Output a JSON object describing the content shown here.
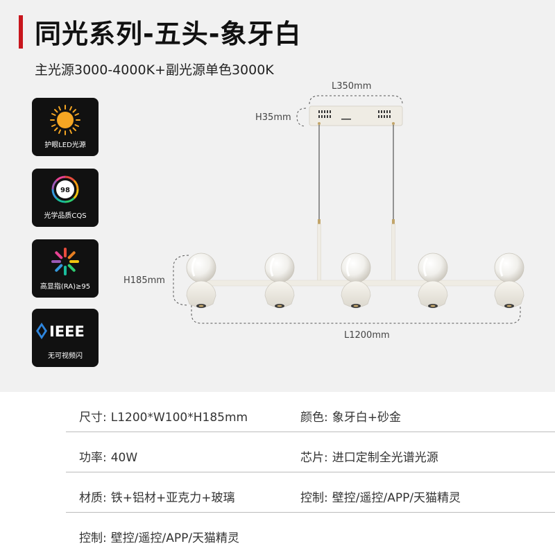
{
  "header": {
    "title": "同光系列-五头-象牙白",
    "subtitle": "主光源3000-4000K+副光源单色3000K"
  },
  "badges": [
    {
      "label": "护眼LED光源",
      "icon": "sun-icon"
    },
    {
      "label": "光学品质CQS",
      "icon": "cqs-98-icon",
      "value": "98"
    },
    {
      "label": "高显指(RA)≥95",
      "icon": "color-wheel-icon"
    },
    {
      "label": "无可视频闪",
      "icon": "ieee-logo",
      "logo_text": "IEEE"
    }
  ],
  "dimensions": {
    "canopy_length": "L350mm",
    "canopy_height": "H35mm",
    "body_height": "H185mm",
    "body_length": "L1200mm"
  },
  "specs": [
    {
      "left": {
        "key": "尺寸:",
        "value": "L1200*W100*H185mm"
      },
      "right": {
        "key": "颜色:",
        "value": "象牙白+砂金"
      }
    },
    {
      "left": {
        "key": "功率:",
        "value": "40W"
      },
      "right": {
        "key": "芯片:",
        "value": "进口定制全光谱光源"
      }
    },
    {
      "left": {
        "key": "材质:",
        "value": "铁+铝材+亚克力+玻璃"
      },
      "right": {
        "key": "控制:",
        "value": "壁控/遥控/APP/天猫精灵"
      }
    },
    {
      "left": {
        "key": "控制:",
        "value": "壁控/遥控/APP/天猫精灵"
      }
    }
  ],
  "colors": {
    "accent": "#c8161d",
    "badge_bg": "#111111",
    "lamp_ivory": "#efece4"
  }
}
